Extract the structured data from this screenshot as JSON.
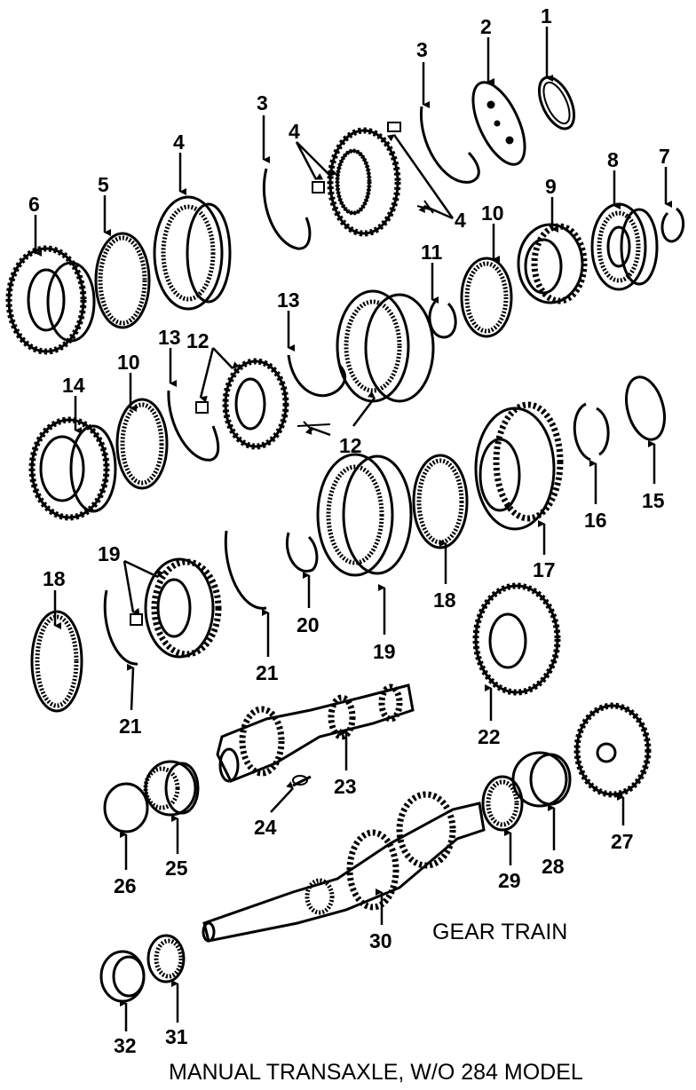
{
  "diagram": {
    "title": "GEAR TRAIN",
    "caption": "MANUAL TRANSAXLE, W/O 284 MODEL",
    "callouts": {
      "c1": "1",
      "c2": "2",
      "c3a": "3",
      "c3b": "3",
      "c4a": "4",
      "c4b": "4",
      "c4c": "4",
      "c5": "5",
      "c6": "6",
      "c7": "7",
      "c8": "8",
      "c9": "9",
      "c10a": "10",
      "c10b": "10",
      "c11": "11",
      "c12a": "12",
      "c12b": "12",
      "c13a": "13",
      "c13b": "13",
      "c14": "14",
      "c15": "15",
      "c16": "16",
      "c17": "17",
      "c18a": "18",
      "c18b": "18",
      "c19a": "19",
      "c19b": "19",
      "c20": "20",
      "c21a": "21",
      "c21b": "21",
      "c22": "22",
      "c23": "23",
      "c24": "24",
      "c25": "25",
      "c26": "26",
      "c27": "27",
      "c28": "28",
      "c29": "29",
      "c30": "30",
      "c31": "31",
      "c32": "32"
    }
  }
}
